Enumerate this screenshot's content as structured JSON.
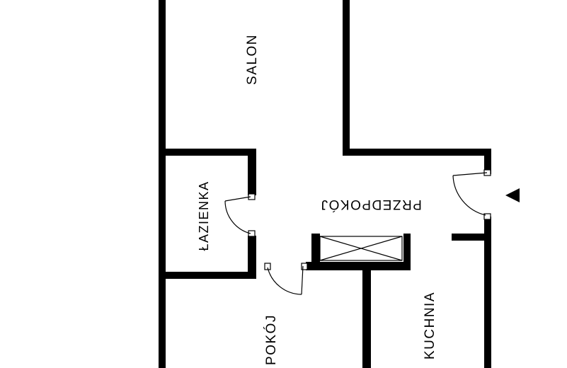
{
  "rooms": {
    "salon": "SALON",
    "przedpokoj": "PRZEDPOKÓJ",
    "lazienka": "ŁAZIENKA",
    "pokoj": "POKÓJ",
    "kuchnia": "KUCHNIA"
  },
  "colors": {
    "wall": "#000000",
    "background": "#ffffff"
  },
  "icons": {
    "entrance": "entrance-triangle-icon",
    "shaft": "ventilation-shaft-icon"
  }
}
